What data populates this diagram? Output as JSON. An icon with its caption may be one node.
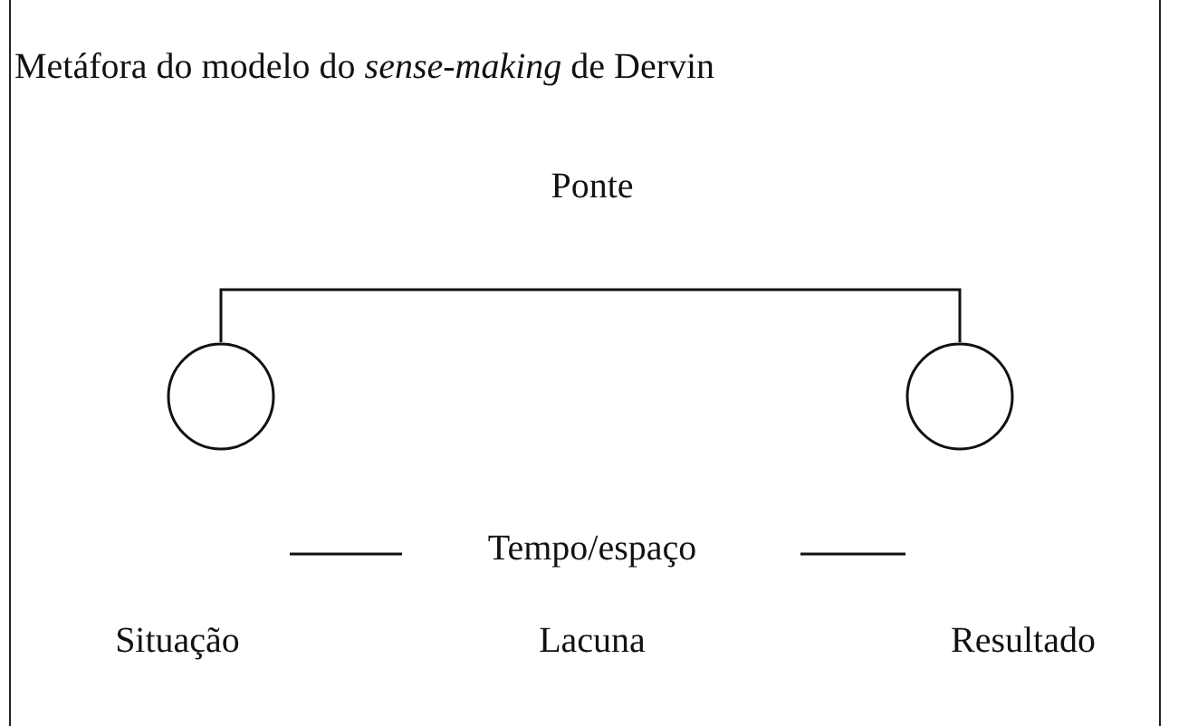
{
  "diagram": {
    "title": "Metáfora do modelo do *sense-making* de Dervin",
    "nodes": [
      {
        "text": [],
        "shape": "circle"
      },
      {
        "text": [],
        "shape": "circle"
      }
    ],
    "edges": [
      {
        "from": 0,
        "to": 1,
        "arrow": "none"
      }
    ],
    "labels": [
      "Ponte",
      "Tempo/espaço",
      "Situação",
      "Lacuna",
      "Resultado"
    ]
  }
}
